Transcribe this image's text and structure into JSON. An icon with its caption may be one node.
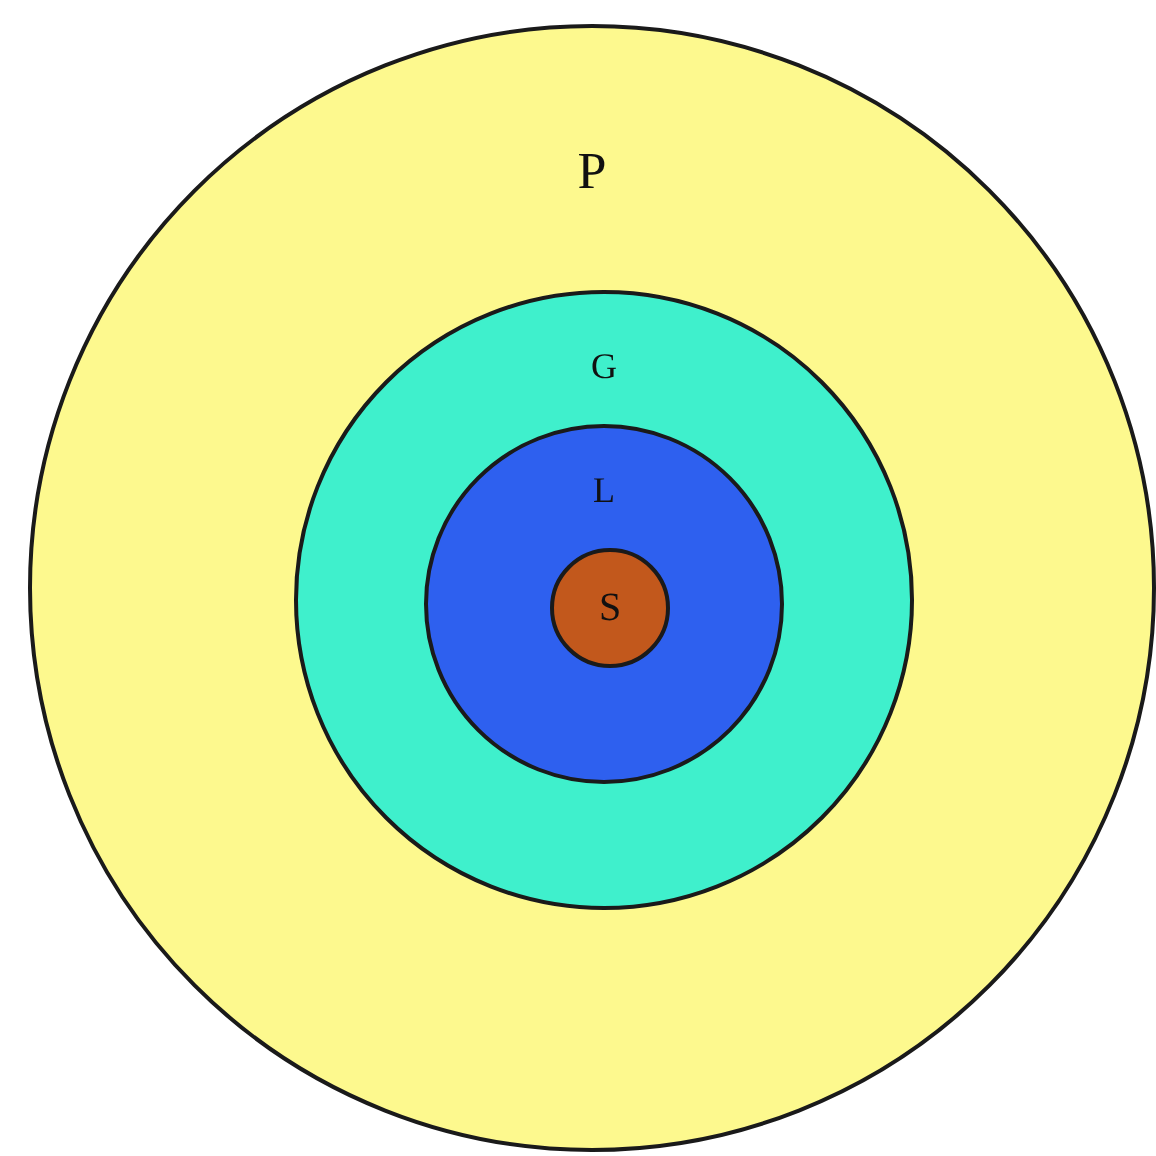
{
  "diagram": {
    "nodes": [
      {
        "text": [
          "P"
        ]
      },
      {
        "text": [
          "G"
        ],
        "in": 0
      },
      {
        "text": [
          "L"
        ],
        "in": 1
      },
      {
        "text": [
          "S"
        ],
        "in": 2
      }
    ]
  }
}
